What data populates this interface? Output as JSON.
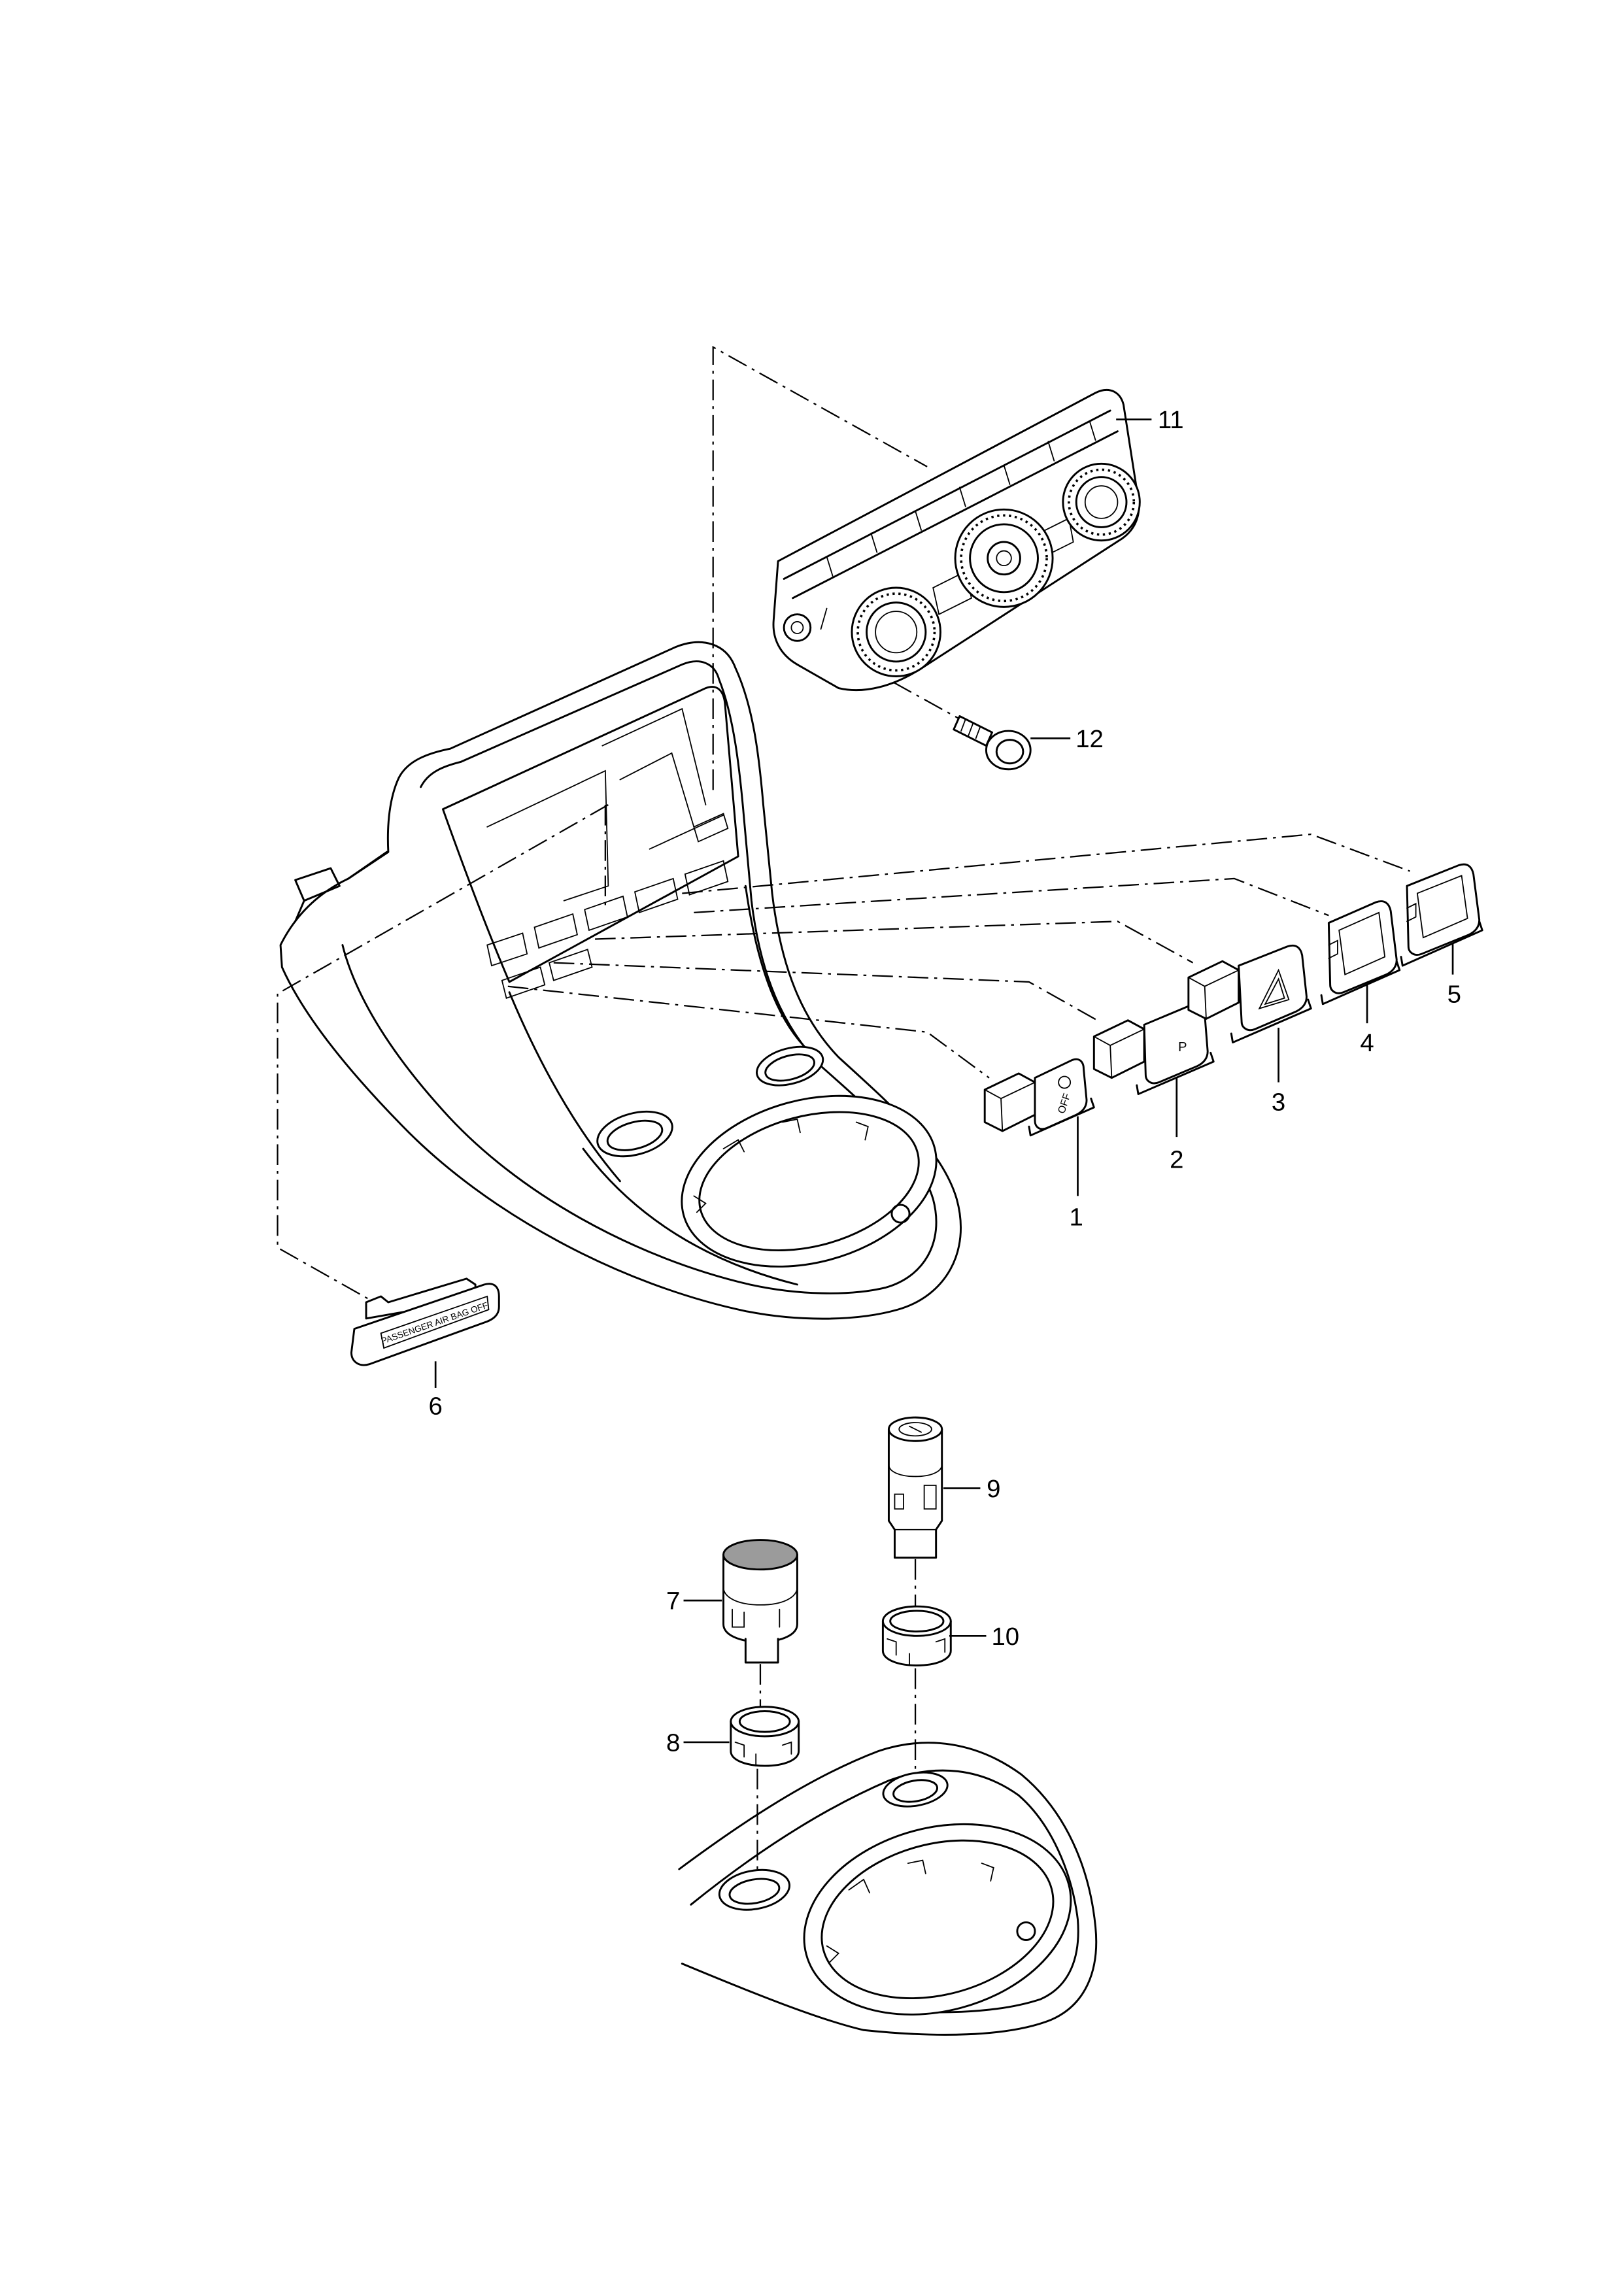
{
  "diagram": {
    "callouts": [
      "1",
      "2",
      "3",
      "4",
      "5",
      "6",
      "7",
      "8",
      "9",
      "10",
      "11",
      "12"
    ],
    "markings": {
      "part1_text": "OFF",
      "part2_text": "P",
      "part6_text": "PASSENGER AIR BAG OFF"
    },
    "icons": {
      "part1_symbol": "start-stop-icon",
      "part3_symbol": "hazard-triangle-icon"
    },
    "colors": {
      "line": "#000000",
      "background": "#ffffff",
      "shading": "#9b9b9b"
    }
  }
}
